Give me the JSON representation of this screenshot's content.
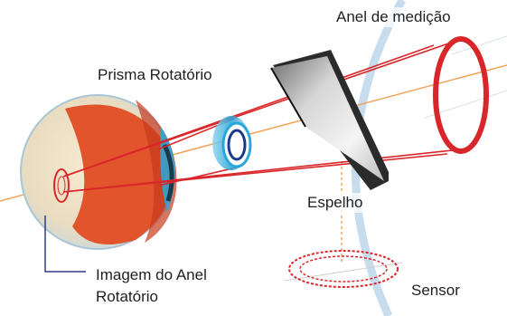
{
  "labels": {
    "measuring_ring": "Anel de medição",
    "rotating_prism": "Prisma Rotatório",
    "mirror": "Espelho",
    "ring_image_line1": "Imagem do Anel",
    "ring_image_line2": "Rotatório",
    "sensor": "Sensor"
  },
  "colors": {
    "beam": "#d9262a",
    "axis": "#f0a35a",
    "arc": "#b9d3e8",
    "prism": "#2aa7d8",
    "mirror_dark": "#2b2b2b",
    "eye_red": "#e2542c",
    "eye_white": "#f4e6c8",
    "callout_line": "#2e3d8f"
  }
}
